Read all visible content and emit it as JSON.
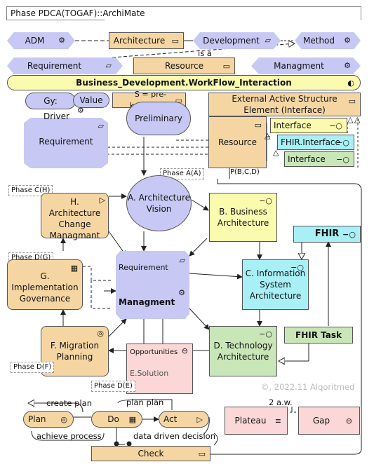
{
  "frame": {
    "title": "Phase PDCA(TOGAF)::ArchiMate"
  },
  "top": {
    "adm": "ADM",
    "architecture": "Architecture",
    "development": "Development",
    "method": "Method",
    "is_a": "is a",
    "requirement": "Requirement",
    "resource": "Resource",
    "managment": "Managment",
    "workflow": "Business_Development.WorkFlow_Interaction"
  },
  "upper": {
    "gy": "Gy:",
    "value": "Value",
    "driver": "Driver",
    "requirement": "Requirement",
    "pre_knowledge": "S = pre-knowledge",
    "preliminary": "Preliminary",
    "external": "External Active Structure Element (Interface)",
    "resource": "Resource",
    "interface1": "Interface",
    "fhir_interface": "FHIR.Interface",
    "interface2": "Interface",
    "phase_a": "Phase A(A)",
    "p_bcd": "P(B,C,D)"
  },
  "cycle": {
    "phase_c": "Phase C(H)",
    "h": "H. Architecture Change Managmant",
    "a": "A. Architecture Vision",
    "b": "B. Business Architecture",
    "fhir": "FHIR",
    "phase_dg": "Phase D(G)",
    "g": "G. Implementation Governance",
    "requirement": "Requirement",
    "managment": "Managment",
    "c": "C. Information System Architecture",
    "f": "F. Migration Planning",
    "opportunities": "Opportunities",
    "solution": "E.Solution",
    "d": "D. Technology Architecture",
    "fhir_task": "FHIR Task",
    "phase_df": "Phase D(F)",
    "phase_de": "Phase D(E)",
    "copyright": "©, 2022.11 Alqoritmed"
  },
  "pdca": {
    "create_plan": "create plan",
    "plan_plan": "plan plan",
    "two_aw": "2 a.w.",
    "plan": "Plan",
    "do": "Do",
    "act": "Act",
    "plateau": "Plateau",
    "gap": "Gap",
    "achieve_process": "achieve process",
    "data_driven": "data driven decision",
    "check": "Check"
  }
}
